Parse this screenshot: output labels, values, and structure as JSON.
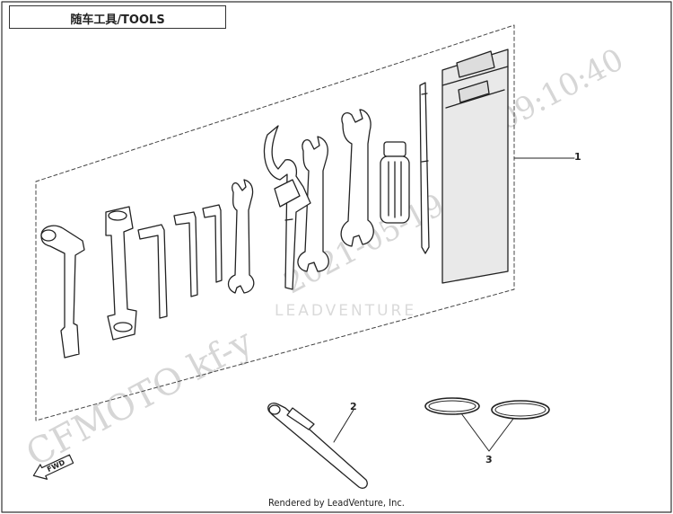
{
  "header": {
    "title": "随车工具/TOOLS"
  },
  "watermark": {
    "date": "09:10:40",
    "date2": "2021-05-19",
    "brand_left": "CFMOTO kf-y",
    "brand_center": "LEADVENTURE"
  },
  "callouts": [
    {
      "label": "1"
    },
    {
      "label": "2"
    },
    {
      "label": "3"
    }
  ],
  "fwd_label": "FWD",
  "footer": {
    "credit": "Rendered by LeadVenture, Inc."
  }
}
